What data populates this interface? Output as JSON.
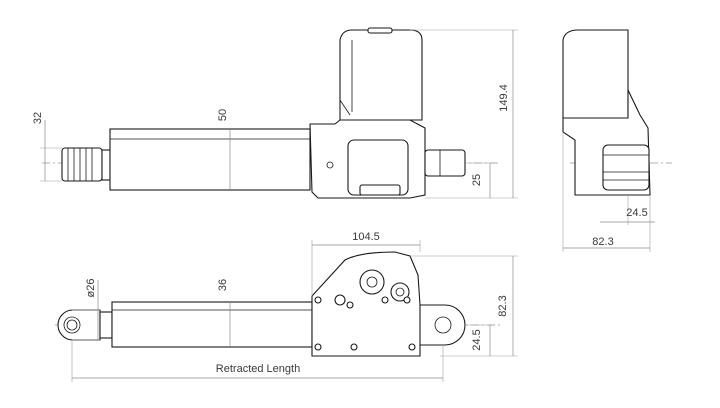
{
  "dimensions": {
    "rod_diameter_top": "32",
    "tube_height_top": "50",
    "overall_height_side": "149.4",
    "clevis_offset_side": "25",
    "end_view_offset": "24.5",
    "end_view_width": "82.3",
    "gearbox_length": "104.5",
    "rod_diameter_bottom": "ø26",
    "tube_height_bottom": "36",
    "overall_height_bottom": "82.3",
    "clevis_offset_bottom": "24.5",
    "retracted_length_label": "Retracted Length"
  }
}
